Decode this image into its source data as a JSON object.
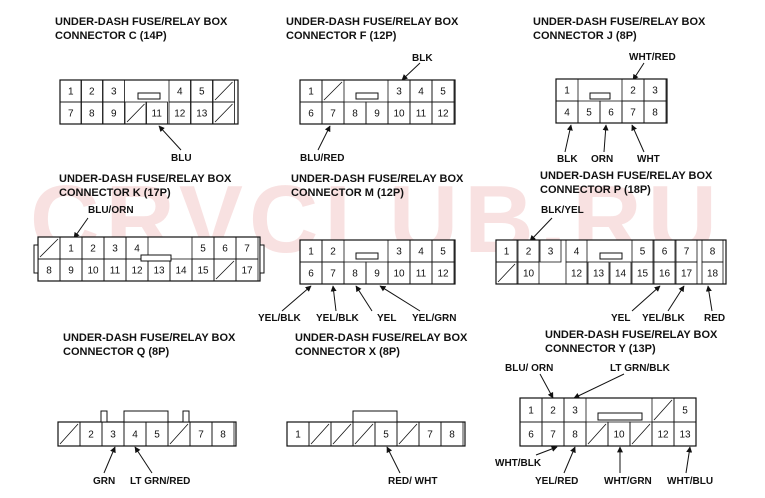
{
  "watermark": "CRVCLUB.RU",
  "connectors": [
    {
      "key": "c",
      "title_l1": "UNDER-DASH FUSE/RELAY BOX",
      "title_l2": "CONNECTOR C (14P)",
      "wires": [
        {
          "key": "blu",
          "label": "BLU"
        }
      ]
    },
    {
      "key": "f",
      "title_l1": "UNDER-DASH FUSE/RELAY BOX",
      "title_l2": "CONNECTOR F (12P)",
      "wires": [
        {
          "key": "blk",
          "label": "BLK"
        },
        {
          "key": "blu-red",
          "label": "BLU/RED"
        }
      ]
    },
    {
      "key": "j",
      "title_l1": "UNDER-DASH FUSE/RELAY BOX",
      "title_l2": "CONNECTOR J (8P)",
      "wires": [
        {
          "key": "wht-red",
          "label": "WHT/RED"
        },
        {
          "key": "blk",
          "label": "BLK"
        },
        {
          "key": "orn",
          "label": "ORN"
        },
        {
          "key": "wht",
          "label": "WHT"
        }
      ]
    },
    {
      "key": "k",
      "title_l1": "UNDER-DASH FUSE/RELAY BOX",
      "title_l2": "CONNECTOR K (17P)",
      "wires": [
        {
          "key": "blu-orn",
          "label": "BLU/ORN"
        }
      ]
    },
    {
      "key": "m",
      "title_l1": "UNDER-DASH FUSE/RELAY BOX",
      "title_l2": "CONNECTOR M (12P)",
      "wires": [
        {
          "key": "yel-blk-1",
          "label": "YEL/BLK"
        },
        {
          "key": "yel-blk-2",
          "label": "YEL/BLK"
        },
        {
          "key": "yel",
          "label": "YEL"
        },
        {
          "key": "yel-grn",
          "label": "YEL/GRN"
        }
      ]
    },
    {
      "key": "p",
      "title_l1": "UNDER-DASH FUSE/RELAY BOX",
      "title_l2": "CONNECTOR P (18P)",
      "wires": [
        {
          "key": "blk-yel",
          "label": "BLK/YEL"
        },
        {
          "key": "yel",
          "label": "YEL"
        },
        {
          "key": "yel-blk",
          "label": "YEL/BLK"
        },
        {
          "key": "red",
          "label": "RED"
        }
      ]
    },
    {
      "key": "q",
      "title_l1": "UNDER-DASH FUSE/RELAY BOX",
      "title_l2": "CONNECTOR Q (8P)",
      "wires": [
        {
          "key": "grn",
          "label": "GRN"
        },
        {
          "key": "lt-grn-red",
          "label": "LT GRN/RED"
        }
      ]
    },
    {
      "key": "x",
      "title_l1": "UNDER-DASH FUSE/RELAY BOX",
      "title_l2": "CONNECTOR X (8P)",
      "wires": [
        {
          "key": "red-wht",
          "label": "RED/ WHT"
        }
      ]
    },
    {
      "key": "y",
      "title_l1": "UNDER-DASH FUSE/RELAY BOX",
      "title_l2": "CONNECTOR Y (13P)",
      "wires": [
        {
          "key": "blu-orn",
          "label": "BLU/ ORN"
        },
        {
          "key": "lt-grn-blk",
          "label": "LT GRN/BLK"
        },
        {
          "key": "wht-blk",
          "label": "WHT/BLK"
        },
        {
          "key": "yel-red",
          "label": "YEL/RED"
        },
        {
          "key": "wht-grn",
          "label": "WHT/GRN"
        },
        {
          "key": "wht-blu",
          "label": "WHT/BLU"
        }
      ]
    }
  ],
  "pins": {
    "c": [
      {
        "key": "1",
        "label": "1"
      },
      {
        "key": "2",
        "label": "2"
      },
      {
        "key": "3",
        "label": "3"
      },
      {
        "key": "4",
        "label": "4"
      },
      {
        "key": "5",
        "label": "5"
      },
      {
        "key": "7",
        "label": "7"
      },
      {
        "key": "8",
        "label": "8"
      },
      {
        "key": "9",
        "label": "9"
      },
      {
        "key": "11",
        "label": "11"
      },
      {
        "key": "12",
        "label": "12"
      },
      {
        "key": "13",
        "label": "13"
      }
    ],
    "f": [
      {
        "key": "1",
        "label": "1"
      },
      {
        "key": "3",
        "label": "3"
      },
      {
        "key": "4",
        "label": "4"
      },
      {
        "key": "5",
        "label": "5"
      },
      {
        "key": "6",
        "label": "6"
      },
      {
        "key": "7",
        "label": "7"
      },
      {
        "key": "8",
        "label": "8"
      },
      {
        "key": "9",
        "label": "9"
      },
      {
        "key": "10",
        "label": "10"
      },
      {
        "key": "11",
        "label": "11"
      },
      {
        "key": "12",
        "label": "12"
      }
    ],
    "j": [
      {
        "key": "1",
        "label": "1"
      },
      {
        "key": "2",
        "label": "2"
      },
      {
        "key": "3",
        "label": "3"
      },
      {
        "key": "4",
        "label": "4"
      },
      {
        "key": "5",
        "label": "5"
      },
      {
        "key": "6",
        "label": "6"
      },
      {
        "key": "7",
        "label": "7"
      },
      {
        "key": "8",
        "label": "8"
      }
    ],
    "k": [
      {
        "key": "1",
        "label": "1"
      },
      {
        "key": "2",
        "label": "2"
      },
      {
        "key": "3",
        "label": "3"
      },
      {
        "key": "4",
        "label": "4"
      },
      {
        "key": "5",
        "label": "5"
      },
      {
        "key": "6",
        "label": "6"
      },
      {
        "key": "7",
        "label": "7"
      },
      {
        "key": "8",
        "label": "8"
      },
      {
        "key": "9",
        "label": "9"
      },
      {
        "key": "10",
        "label": "10"
      },
      {
        "key": "11",
        "label": "11"
      },
      {
        "key": "12",
        "label": "12"
      },
      {
        "key": "13",
        "label": "13"
      },
      {
        "key": "14",
        "label": "14"
      },
      {
        "key": "15",
        "label": "15"
      },
      {
        "key": "17",
        "label": "17"
      }
    ],
    "m": [
      {
        "key": "1",
        "label": "1"
      },
      {
        "key": "2",
        "label": "2"
      },
      {
        "key": "3",
        "label": "3"
      },
      {
        "key": "4",
        "label": "4"
      },
      {
        "key": "5",
        "label": "5"
      },
      {
        "key": "6",
        "label": "6"
      },
      {
        "key": "7",
        "label": "7"
      },
      {
        "key": "8",
        "label": "8"
      },
      {
        "key": "9",
        "label": "9"
      },
      {
        "key": "10",
        "label": "10"
      },
      {
        "key": "11",
        "label": "11"
      },
      {
        "key": "12",
        "label": "12"
      }
    ],
    "p": [
      {
        "key": "1",
        "label": "1"
      },
      {
        "key": "2",
        "label": "2"
      },
      {
        "key": "3",
        "label": "3"
      },
      {
        "key": "4",
        "label": "4"
      },
      {
        "key": "5",
        "label": "5"
      },
      {
        "key": "6",
        "label": "6"
      },
      {
        "key": "7",
        "label": "7"
      },
      {
        "key": "8",
        "label": "8"
      },
      {
        "key": "10",
        "label": "10"
      },
      {
        "key": "12",
        "label": "12"
      },
      {
        "key": "13",
        "label": "13"
      },
      {
        "key": "14",
        "label": "14"
      },
      {
        "key": "15",
        "label": "15"
      },
      {
        "key": "16",
        "label": "16"
      },
      {
        "key": "17",
        "label": "17"
      },
      {
        "key": "18",
        "label": "18"
      }
    ],
    "q": [
      {
        "key": "2",
        "label": "2"
      },
      {
        "key": "3",
        "label": "3"
      },
      {
        "key": "4",
        "label": "4"
      },
      {
        "key": "5",
        "label": "5"
      },
      {
        "key": "7",
        "label": "7"
      },
      {
        "key": "8",
        "label": "8"
      }
    ],
    "x": [
      {
        "key": "1",
        "label": "1"
      },
      {
        "key": "5",
        "label": "5"
      },
      {
        "key": "7",
        "label": "7"
      },
      {
        "key": "8",
        "label": "8"
      }
    ],
    "y": [
      {
        "key": "1",
        "label": "1"
      },
      {
        "key": "2",
        "label": "2"
      },
      {
        "key": "3",
        "label": "3"
      },
      {
        "key": "5",
        "label": "5"
      },
      {
        "key": "6",
        "label": "6"
      },
      {
        "key": "7",
        "label": "7"
      },
      {
        "key": "8",
        "label": "8"
      },
      {
        "key": "10",
        "label": "10"
      },
      {
        "key": "12",
        "label": "12"
      },
      {
        "key": "13",
        "label": "13"
      }
    ]
  }
}
